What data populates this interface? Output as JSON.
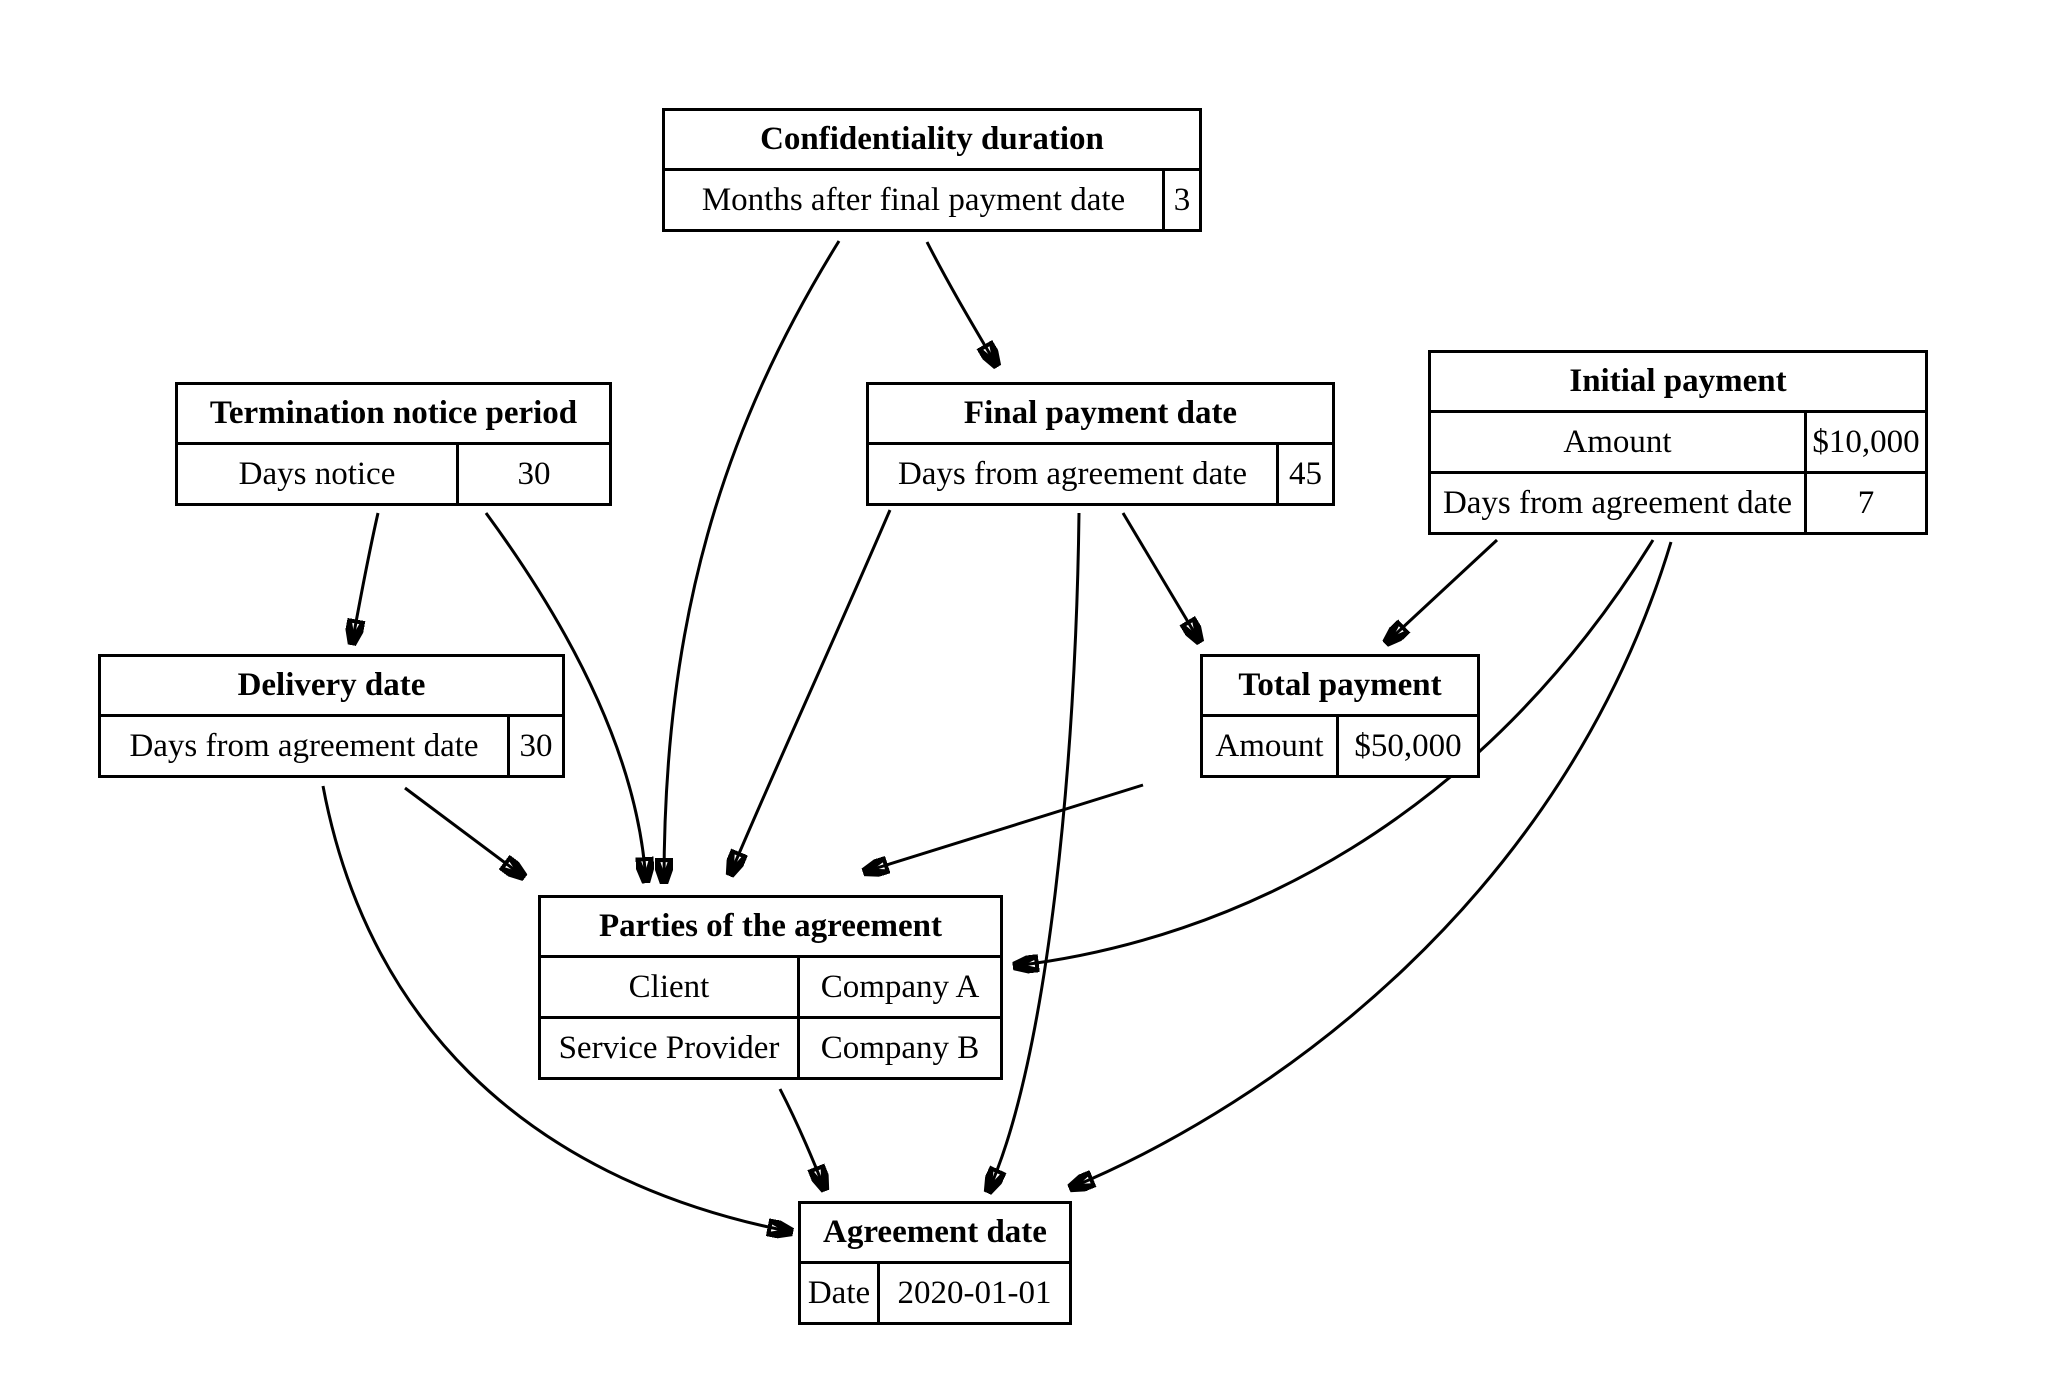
{
  "diagram": {
    "nodes": {
      "confidentiality_duration": {
        "title": "Confidentiality duration",
        "rows": [
          {
            "label": "Months after final payment date",
            "value": "3"
          }
        ]
      },
      "termination_notice_period": {
        "title": "Termination notice period",
        "rows": [
          {
            "label": "Days notice",
            "value": "30"
          }
        ]
      },
      "final_payment_date": {
        "title": "Final payment date",
        "rows": [
          {
            "label": "Days from agreement date",
            "value": "45"
          }
        ]
      },
      "initial_payment": {
        "title": "Initial payment",
        "rows": [
          {
            "label": "Amount",
            "value": "$10,000"
          },
          {
            "label": "Days from agreement date",
            "value": "7"
          }
        ]
      },
      "delivery_date": {
        "title": "Delivery date",
        "rows": [
          {
            "label": "Days from agreement date",
            "value": "30"
          }
        ]
      },
      "total_payment": {
        "title": "Total payment",
        "rows": [
          {
            "label": "Amount",
            "value": "$50,000"
          }
        ]
      },
      "parties_of_the_agreement": {
        "title": "Parties of the agreement",
        "rows": [
          {
            "label": "Client",
            "value": "Company A"
          },
          {
            "label": "Service Provider",
            "value": "Company B"
          }
        ]
      },
      "agreement_date": {
        "title": "Agreement date",
        "rows": [
          {
            "label": "Date",
            "value": "2020-01-01"
          }
        ]
      }
    },
    "edges": [
      {
        "from": "Confidentiality duration",
        "to": "Final payment date"
      },
      {
        "from": "Confidentiality duration",
        "to": "Parties of the agreement"
      },
      {
        "from": "Termination notice period",
        "to": "Delivery date"
      },
      {
        "from": "Termination notice period",
        "to": "Parties of the agreement"
      },
      {
        "from": "Final payment date",
        "to": "Total payment"
      },
      {
        "from": "Final payment date",
        "to": "Parties of the agreement"
      },
      {
        "from": "Final payment date",
        "to": "Agreement date"
      },
      {
        "from": "Initial payment",
        "to": "Total payment"
      },
      {
        "from": "Initial payment",
        "to": "Parties of the agreement"
      },
      {
        "from": "Initial payment",
        "to": "Agreement date"
      },
      {
        "from": "Delivery date",
        "to": "Parties of the agreement"
      },
      {
        "from": "Delivery date",
        "to": "Agreement date"
      },
      {
        "from": "Total payment",
        "to": "Parties of the agreement"
      },
      {
        "from": "Parties of the agreement",
        "to": "Agreement date"
      }
    ],
    "colors": {
      "line": "#000000",
      "background": "#ffffff",
      "text": "#000000"
    }
  }
}
